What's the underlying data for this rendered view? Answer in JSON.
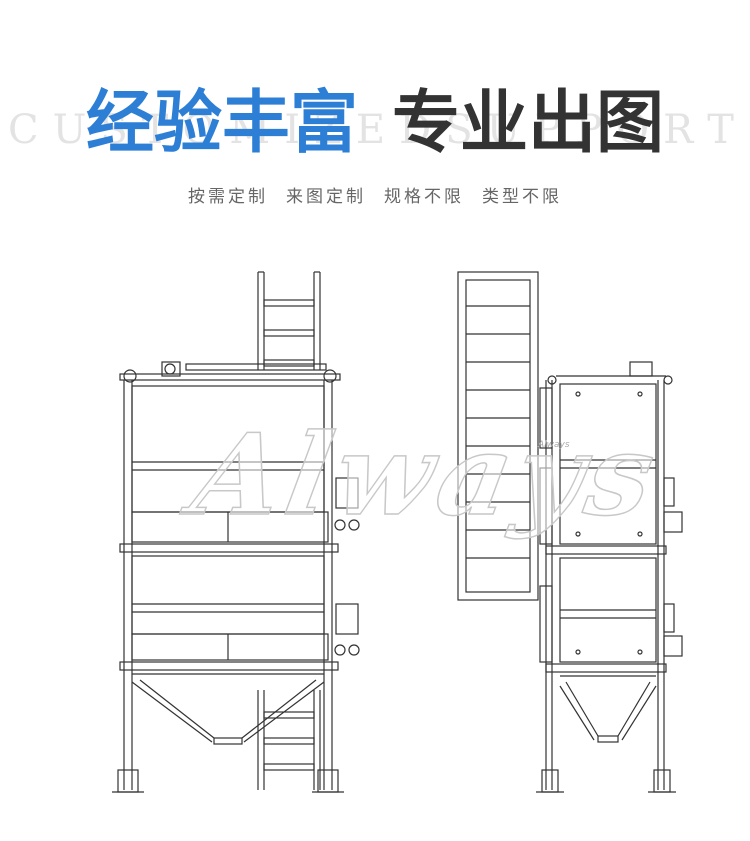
{
  "background_letters": [
    "C",
    "U",
    "S",
    "T",
    "O",
    "M",
    "I",
    "Z",
    "E",
    "D",
    "S",
    "U",
    "P",
    "P",
    "O",
    "R",
    "T"
  ],
  "headline": {
    "part1": "经验丰富",
    "part2": "专业出图"
  },
  "subtitle": [
    "按需定制",
    "来图定制",
    "规格不限",
    "类型不限"
  ],
  "watermark": {
    "main": "Always",
    "small": "Always"
  },
  "colors": {
    "accent": "#2d7fd6",
    "dark_text": "#333333",
    "line": "#333333"
  }
}
